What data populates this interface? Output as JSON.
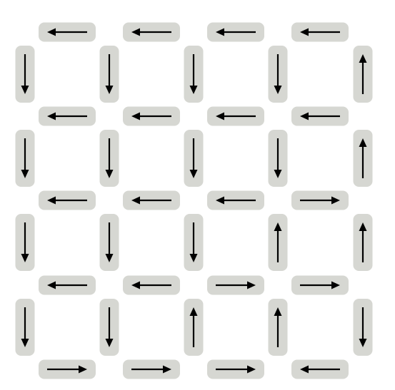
{
  "colors": {
    "background": "#ffffff",
    "pill": "#d6d7d2",
    "arrow": "#000000"
  },
  "grid": {
    "horizontal_edges": [
      [
        "left",
        "left",
        "left",
        "left"
      ],
      [
        "left",
        "left",
        "left",
        "left"
      ],
      [
        "left",
        "left",
        "left",
        "right"
      ],
      [
        "left",
        "left",
        "right",
        "right"
      ],
      [
        "right",
        "right",
        "right",
        "left"
      ]
    ],
    "vertical_edges": [
      [
        "down",
        "down",
        "down",
        "down",
        "up"
      ],
      [
        "down",
        "down",
        "down",
        "down",
        "up"
      ],
      [
        "down",
        "down",
        "down",
        "up",
        "up"
      ],
      [
        "down",
        "down",
        "up",
        "up",
        "down"
      ]
    ]
  }
}
